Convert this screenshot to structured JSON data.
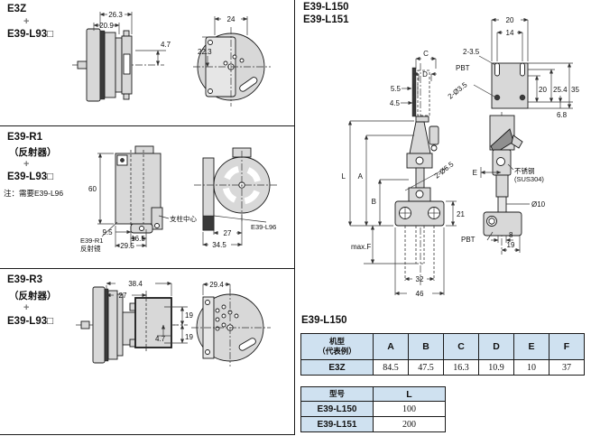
{
  "s1": {
    "title": "E3Z",
    "plus": "+",
    "title2": "E39-L93□",
    "d263": "26.3",
    "d209": "20.9",
    "d47": "4.7",
    "d24": "24",
    "d223": "22.3"
  },
  "s2": {
    "title": "E39-R1",
    "sub": "（反射器）",
    "plus": "+",
    "title2": "E39-L93□",
    "note": "注：需要E39-L96",
    "d60": "60",
    "d95": "9.5",
    "d165": "16.5",
    "d295": "29.5",
    "d27": "27",
    "d345": "34.5",
    "lbl_ref1": "E39-R1",
    "lbl_ref2": "反射镜",
    "lbl_pillar": "支柱中心",
    "lbl_l96": "E39-L96"
  },
  "s3": {
    "title": "E39-R3",
    "sub": "（反射器）",
    "plus": "+",
    "title2": "E39-L93□",
    "d384": "38.4",
    "d27": "27",
    "d19a": "19",
    "d19b": "19",
    "d47": "4.7",
    "d294": "29.4"
  },
  "r": {
    "title1": "E39-L150",
    "title2": "E39-L151",
    "d20a": "20",
    "d14": "14",
    "slot": "2-3.5",
    "pbt_top": "PBT",
    "holes35": "2-Ø3.5",
    "d20b": "20",
    "d254": "25.4",
    "d35": "35",
    "d68": "6.8",
    "C": "C",
    "D": "D",
    "d55": "5.5",
    "d45": "4.5",
    "L": "L",
    "A": "A",
    "B": "B",
    "maxF": "max.F",
    "holes65": "2-Ø6.5",
    "d21": "21",
    "pbt_base": "PBT",
    "d32": "32",
    "d46": "46",
    "E": "E",
    "sus1": "不锈钢",
    "sus2": "(SUS304)",
    "phi10": "Ø10",
    "d8": "8",
    "d19": "19"
  },
  "t1": {
    "caption": "E39-L150",
    "h1a": "机型",
    "h1b": "（代表例）",
    "cols": [
      "A",
      "B",
      "C",
      "D",
      "E",
      "F"
    ],
    "row": "E3Z",
    "vals": [
      "84.5",
      "47.5",
      "16.3",
      "10.9",
      "10",
      "37"
    ]
  },
  "t2": {
    "h1": "型号",
    "h2": "L",
    "r1m": "E39-L150",
    "r1v": "100",
    "r2m": "E39-L151",
    "r2v": "200"
  },
  "colors": {
    "table_header_bg": "#cfe1f0",
    "drawing_fill": "#d8d8d8"
  }
}
